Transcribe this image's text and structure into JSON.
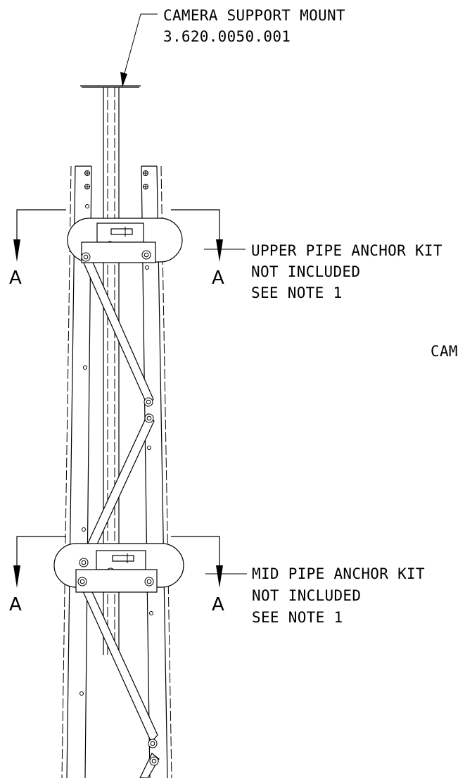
{
  "callouts": {
    "camera_mount": {
      "line1": "CAMERA SUPPORT MOUNT",
      "line2": "3.620.0050.001"
    },
    "upper_anchor": {
      "line1": "UPPER PIPE ANCHOR KIT",
      "line2": "NOT INCLUDED",
      "line3": "SEE NOTE 1"
    },
    "mid_anchor": {
      "line1": "MID PIPE ANCHOR KIT",
      "line2": "NOT INCLUDED",
      "line3": "SEE NOTE 1"
    },
    "cut_off_label": "CAM"
  },
  "section_marker": "A"
}
